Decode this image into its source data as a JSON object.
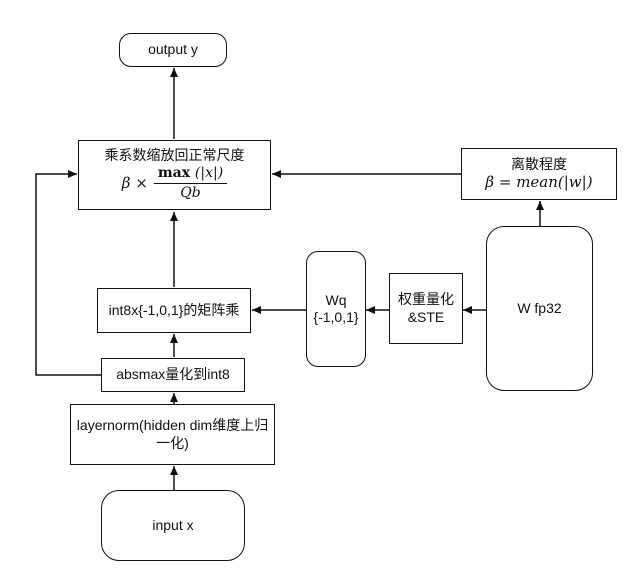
{
  "nodes": {
    "output": {
      "label": "output y"
    },
    "scale": {
      "label": "乘系数缩放回正常尺度",
      "formula_lhs": "β ×",
      "formula_num_fn": "max",
      "formula_num_arg": "(|x|)",
      "formula_den": "Qb"
    },
    "dispersion": {
      "label": "离散程度",
      "formula": "β = mean(|w|)"
    },
    "matmul": {
      "label": "int8x{-1,0,1}的矩阵乘"
    },
    "wq": {
      "line1": "Wq",
      "line2": "{-1,0,1}"
    },
    "quant_weight": {
      "line1": "权重量化",
      "line2": "&STE"
    },
    "w_fp32": {
      "label": "W fp32"
    },
    "absmax": {
      "label": "absmax量化到int8"
    },
    "layernorm": {
      "line1": "layernorm(hidden dim维度上归",
      "line2": "一化)"
    },
    "input": {
      "label": "input x"
    }
  },
  "colors": {
    "stroke": "#111111",
    "background": "#ffffff"
  }
}
